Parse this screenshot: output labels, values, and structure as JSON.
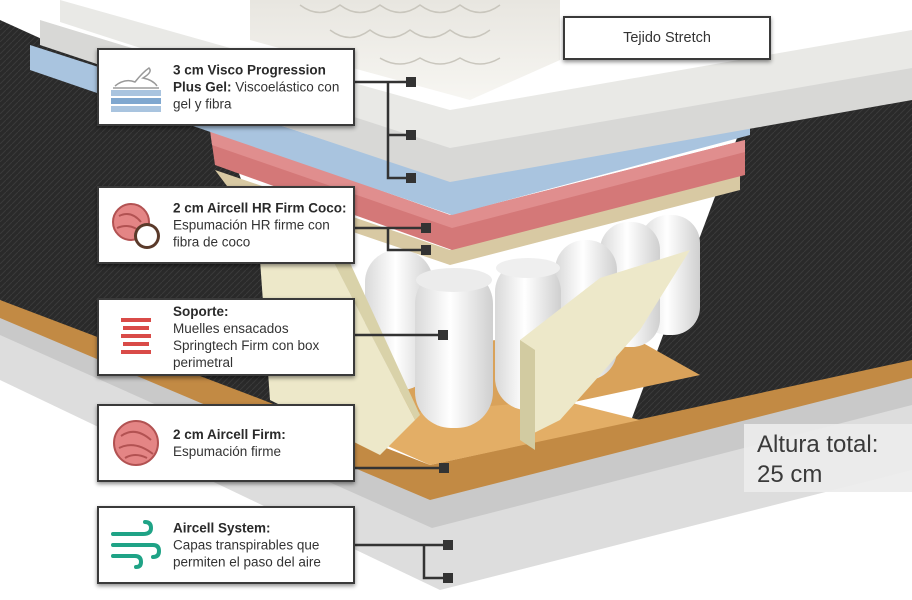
{
  "tag": {
    "label": "Tejido Stretch"
  },
  "layers": [
    {
      "title": "3 cm Visco Progression Plus Gel:",
      "desc": " Viscoelástico con gel y fibra"
    },
    {
      "title": "2 cm Aircell HR Firm Coco:",
      "desc": " Espumación HR firme con fibra de coco"
    },
    {
      "title": "Soporte:",
      "desc": "Muelles ensacados Springtech Firm con box perimetral"
    },
    {
      "title": "2 cm Aircell Firm:",
      "desc": " Espumación firme"
    },
    {
      "title": "Aircell System:",
      "desc": "Capas transpirables que permiten el paso del aire"
    }
  ],
  "height": {
    "label": "Altura total:",
    "value": "25 cm"
  },
  "icons": [
    "visco-gel-icon",
    "coco-foam-icon",
    "spring-icon",
    "foam-roll-icon",
    "airflow-icon"
  ],
  "colors": {
    "visco_blue": "#a9c4df",
    "hr_pink": "#d47878",
    "firm_orange": "#d9a25a",
    "spring_red": "#d94b48",
    "air_green": "#1fa386",
    "fabric_dark": "#262626"
  }
}
